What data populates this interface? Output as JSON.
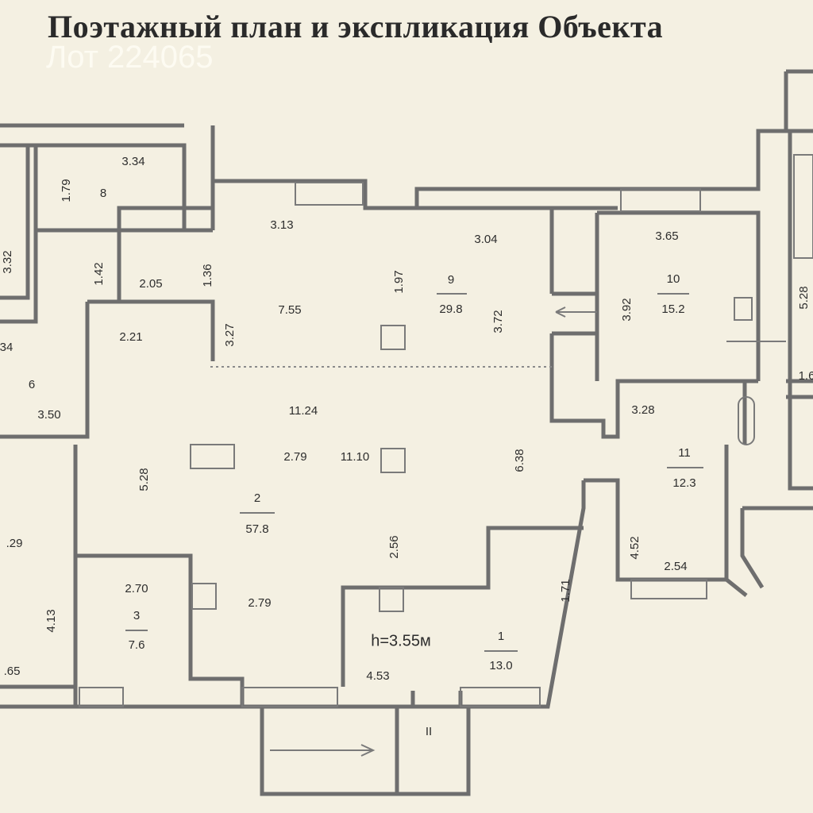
{
  "title": "Поэтажный план и экспликация Объекта",
  "watermark": "Лот 224065",
  "rooms": [
    {
      "number": "1",
      "area": "13.0"
    },
    {
      "number": "2",
      "area": "57.8"
    },
    {
      "number": "3",
      "area": "7.6"
    },
    {
      "number": "9",
      "area": "29.8"
    },
    {
      "number": "10",
      "area": "15.2"
    },
    {
      "number": "11",
      "area": "12.3"
    }
  ],
  "room_labels_plain": [
    "8",
    "6"
  ],
  "height_note": "h=3.55м",
  "stair_mark": "II",
  "dimensions": [
    "3.34",
    "1.79",
    "3.32",
    "1.42",
    "2.05",
    "1.36",
    "3.13",
    "7.55",
    "1.97",
    "3.04",
    "3.72",
    "3.65",
    "3.92",
    "5.28",
    "1.6",
    "2.21",
    "3.27",
    "34",
    "3.50",
    "11.24",
    "3.28",
    "5.28",
    "2.79",
    "11.10",
    "6.38",
    ".29",
    "2.56",
    "4.52",
    "2.54",
    "2.70",
    "2.79",
    "1.71",
    "4.13",
    "4.53",
    ".65"
  ]
}
